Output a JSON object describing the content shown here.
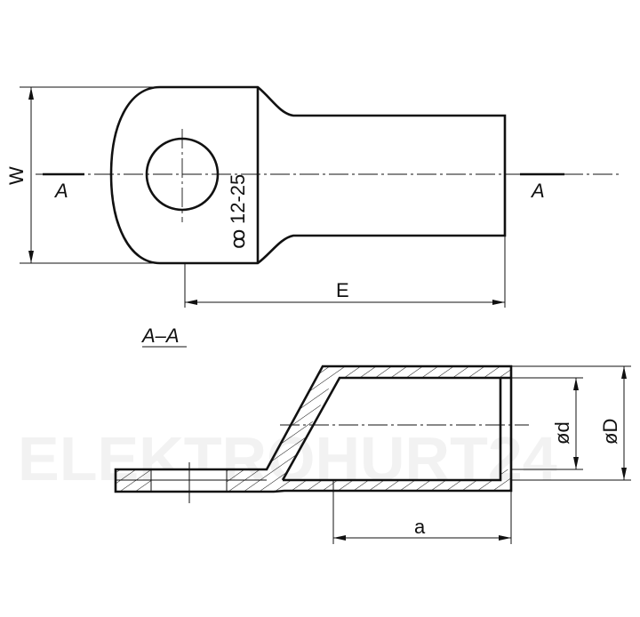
{
  "watermark": "ELEKTROHURT24",
  "top_view": {
    "section_mark_left": "A",
    "section_mark_right": "A",
    "stamp_text": "12-25",
    "dim_width": "W",
    "dim_length": "E"
  },
  "section_view": {
    "title": "A–A",
    "dim_inner_diameter": "ød",
    "dim_outer_diameter": "øD",
    "dim_barrel_length": "a"
  }
}
